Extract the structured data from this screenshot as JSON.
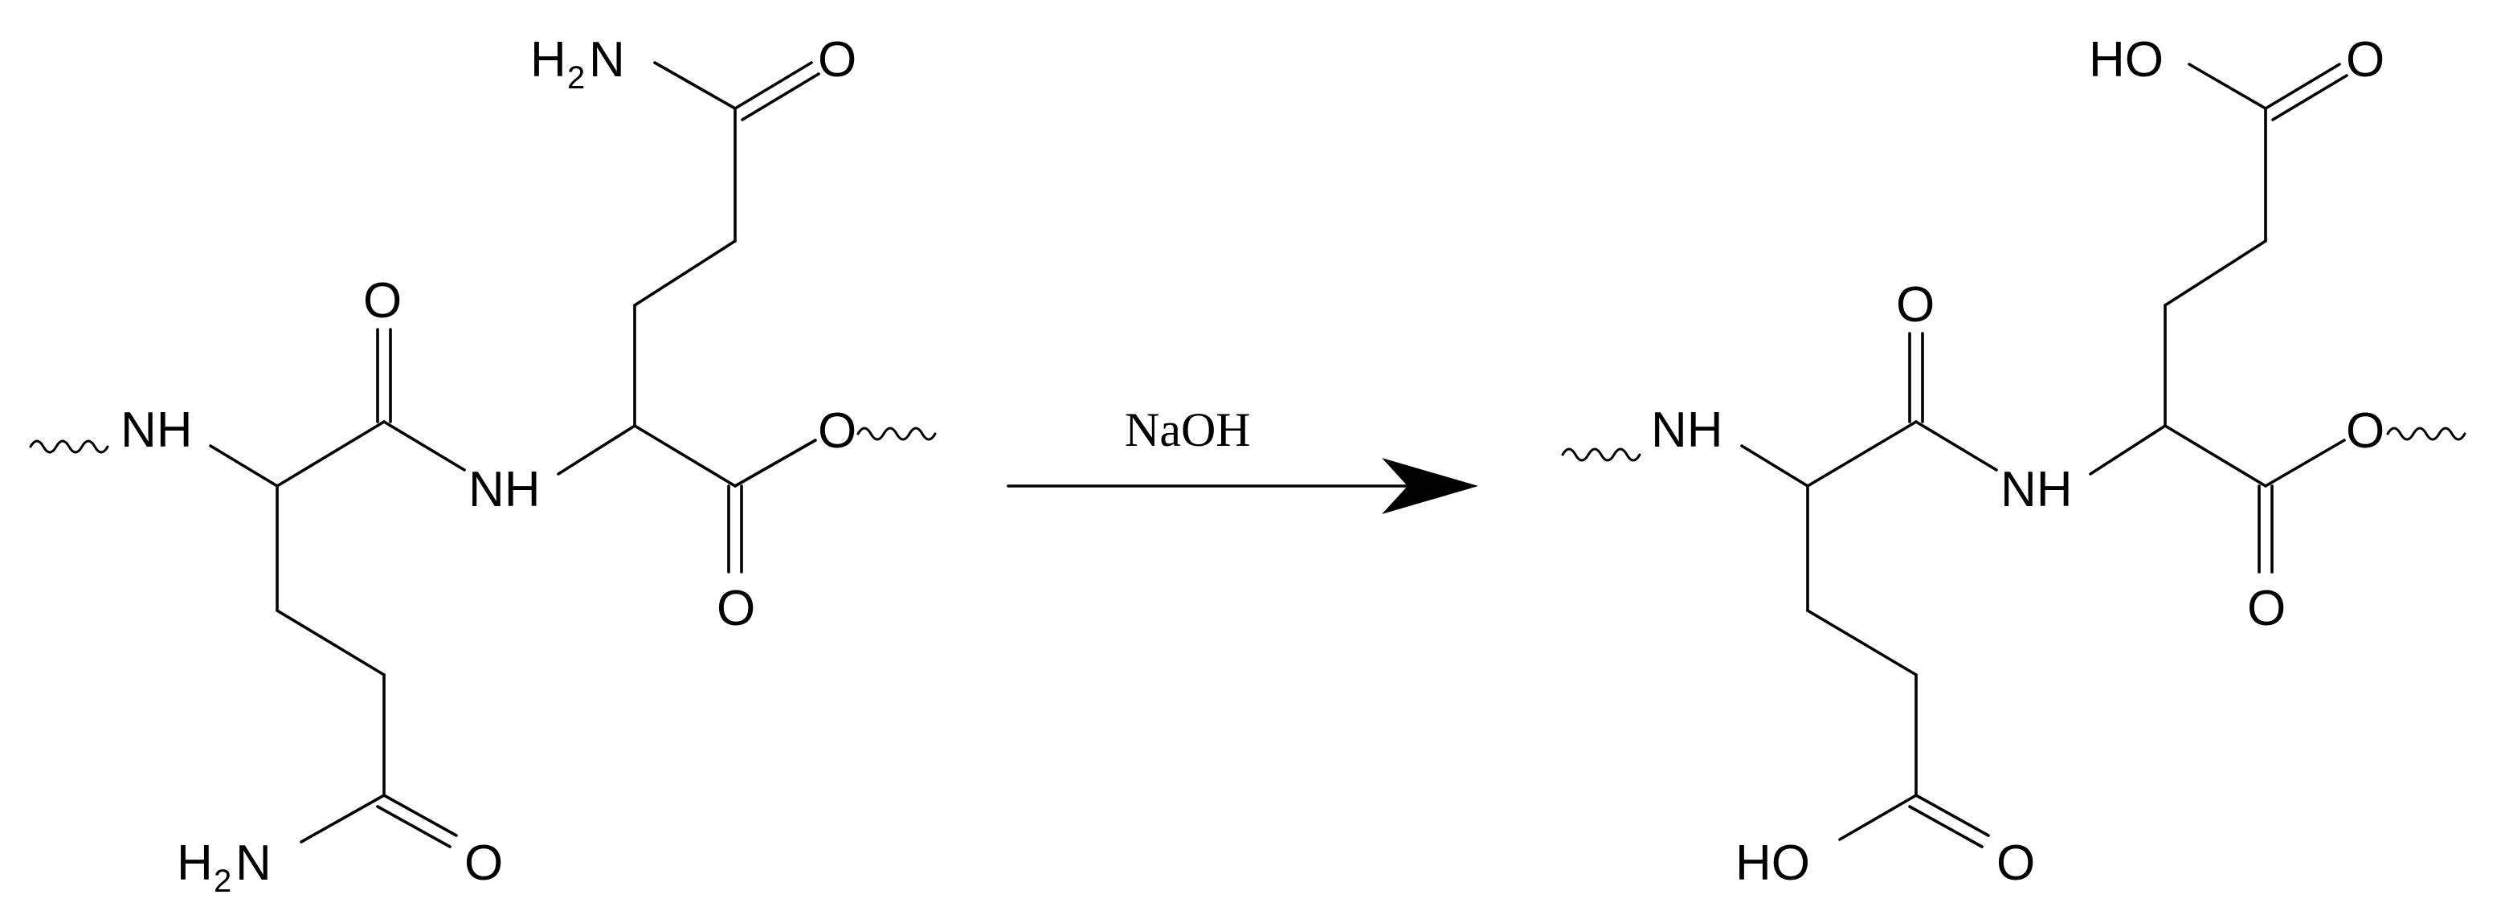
{
  "reactant": {
    "name": "",
    "labels": {
      "nh_left": "NH",
      "nh_mid": "NH",
      "ester_o": "O",
      "carbonyl_o_top": "O",
      "carbonyl_o_bottom": "O",
      "amide_top_o": "O",
      "amide_top_n": "H",
      "amide_top_n_sub": "2",
      "amide_top_n_tail": "N",
      "amide_bot_o": "O",
      "amide_bot_n": "H",
      "amide_bot_n_sub": "2",
      "amide_bot_n_tail": "N"
    }
  },
  "reagent": {
    "label": "NaOH"
  },
  "product": {
    "name": "",
    "labels": {
      "nh_left": "NH",
      "nh_mid": "NH",
      "ester_o": "O",
      "carbonyl_o_top": "O",
      "carbonyl_o_bottom": "O",
      "acid_top_o": "O",
      "acid_top_ho": "HO",
      "acid_bot_o": "O",
      "acid_bot_ho": "HO"
    }
  },
  "colors": {
    "ink": "#000000",
    "background": "#ffffff"
  }
}
